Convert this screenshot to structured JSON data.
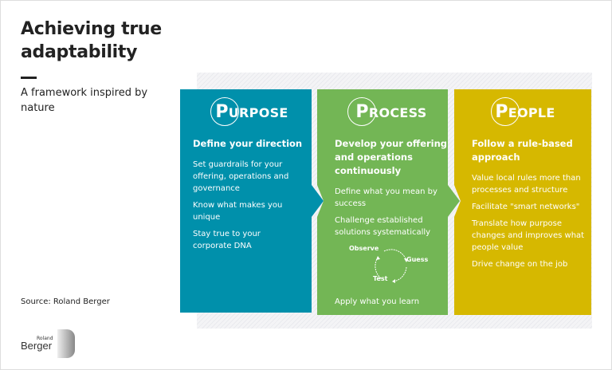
{
  "title": "Achieving true adaptability",
  "subtitle": "A framework inspired by nature",
  "source": "Source: Roland Berger",
  "logo": {
    "small": "Roland",
    "large": "Berger"
  },
  "colors": {
    "purpose": "#0090ab",
    "process": "#73b655",
    "people": "#d6b800"
  },
  "panels": [
    {
      "initial": "P",
      "rest": "URPOSE",
      "subtitle": "Define your direction",
      "items": [
        "Set guardrails for your offering, operations and governance",
        "Know what makes you unique",
        "Stay true to your corporate DNA"
      ]
    },
    {
      "initial": "P",
      "rest": "ROCESS",
      "subtitle": "Develop your offering and operations continuously",
      "items": [
        "Define what you mean by success",
        "Challenge established solutions systematically",
        "Apply what you learn"
      ],
      "cycle": [
        "Observe",
        "Guess",
        "Test"
      ]
    },
    {
      "initial": "P",
      "rest": "EOPLE",
      "subtitle": "Follow a rule-based approach",
      "items": [
        "Value local rules more than processes and structure",
        "Facilitate \"smart networks\"",
        "Translate how purpose changes and improves what people value",
        "Drive change on the job"
      ]
    }
  ]
}
